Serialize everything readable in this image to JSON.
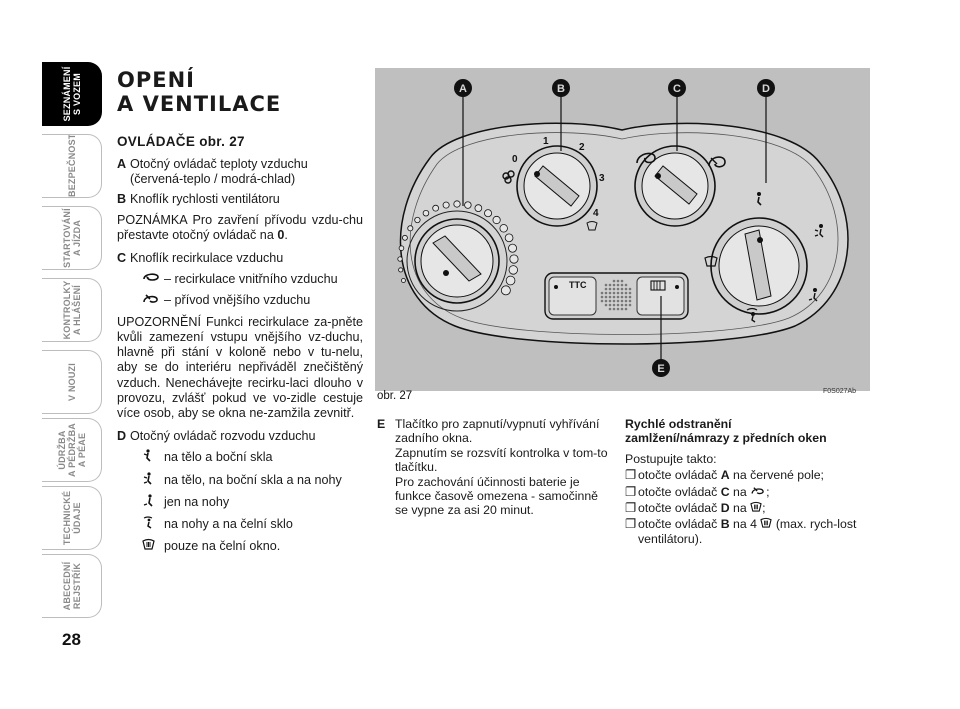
{
  "sidebar": {
    "tabs": [
      {
        "label": "SEZNÁMENÍ\nS VOZEM",
        "active": true
      },
      {
        "label": "BEZPEČNOST",
        "active": false
      },
      {
        "label": "STARTOVÁNÍ\nA JÍZDA",
        "active": false
      },
      {
        "label": "KONTROLKY\nA HLÁŠENÍ",
        "active": false
      },
      {
        "label": "V NOUZI",
        "active": false
      },
      {
        "label": "ÚDRŽBA\nA PÉDRŽBA\nA PÉAE",
        "active": false
      },
      {
        "label": "TECHNICKÉ\nÚDAJE",
        "active": false
      },
      {
        "label": "ABECEDNÍ\nREJSTŘÍK",
        "active": false
      }
    ],
    "page_number": "28"
  },
  "section": {
    "title_line1": "OPENÍ",
    "title_line2": "A VENTILACE",
    "subhead": "OVLÁDAČE obr. 27",
    "item_a_key": "A",
    "item_a_text": "Otočný ovládač teploty vzduchu (červená-teplo / modrá-chlad)",
    "item_b_key": "B",
    "item_b_text": "Knoflík rychlosti ventilátoru",
    "note_prefix": "POZNÁMKA Pro zavření přívodu vzdu-chu přestavte otočný ovládač na ",
    "note_bold": "0",
    "note_suffix": ".",
    "item_c_key": "C",
    "item_c_text": "Knoflík recirkulace vzduchu",
    "c_opt1": "– recirkulace vnitřního vzduchu",
    "c_opt2": "– přívod vnějšího vzduchu",
    "warning": "UPOZORNĚNÍ Funkci recirkulace za-pněte kvůli zamezení vstupu vnějšího vz-duchu, hlavně při stání v koloně nebo v tu-nelu, aby se do interiéru nepřiváděl znečištěný vzduch. Nenechávejte recirku-laci dlouho v provozu, zvlášť pokud ve vo-zidle cestuje více osob, aby se okna ne-zamžila zevnitř.",
    "item_d_key": "D",
    "item_d_text": "Otočný ovládač rozvodu vzduchu",
    "d_opts": [
      "na tělo a boční skla",
      "na tělo, na boční skla a na nohy",
      "jen na nohy",
      "na nohy a na čelní sklo",
      "pouze na čelní okno."
    ]
  },
  "figure": {
    "caption": "obr. 27",
    "code": "F0S027Ab",
    "callouts": [
      "A",
      "B",
      "C",
      "D",
      "E"
    ],
    "fan_numbers": [
      "0",
      "1",
      "2",
      "3",
      "4"
    ],
    "button_label": "TTC"
  },
  "col_e": {
    "key": "E",
    "text": "Tlačítko pro zapnutí/vypnutí vyhřívání zadního okna.",
    "text2": "Zapnutím se rozsvítí kontrolka v tom-to tlačítku.",
    "text3": "Pro zachování účinnosti baterie je funkce časově omezena - samočinně se vypne za asi 20 minut."
  },
  "quick": {
    "heading_line1": "Rychlé odstranění",
    "heading_line2": "zamlžení/námrazy z předních oken",
    "intro": "Postupujte takto:",
    "step1_pre": "otočte ovládač ",
    "step1_key": "A",
    "step1_post": " na červené pole;",
    "step2_pre": "otočte ovládač ",
    "step2_key": "C",
    "step2_post": " na",
    "step3_pre": "otočte ovládač ",
    "step3_key": "D",
    "step3_post": " na",
    "step4_pre": "otočte ovládač ",
    "step4_key": "B",
    "step4_mid": " na 4",
    "step4_post": "(max. rych-lost ventilátoru)."
  },
  "colors": {
    "accent": "#000000",
    "figure_bg": "#bfbfbf",
    "panel": "#d2d2d2"
  }
}
